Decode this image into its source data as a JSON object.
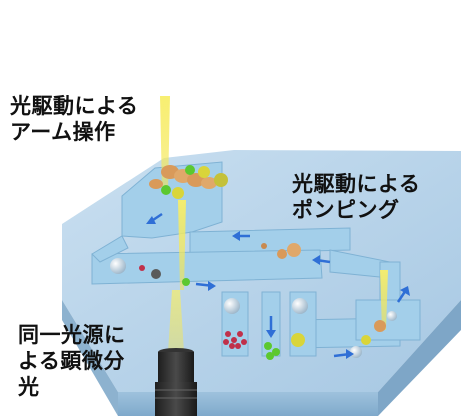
{
  "labels": {
    "arm": {
      "line1": "光駆動による",
      "line2": "アーム操作"
    },
    "pump": {
      "line1": "光駆動による",
      "line2": "ポンピング"
    },
    "microscopy": {
      "line1": "同一光源に",
      "line2": "よる顕微分",
      "line3": "光"
    }
  },
  "colors": {
    "chip_top": "#bcd7ea",
    "chip_front": "#8fb6d4",
    "channel": "#a9d3ec",
    "laser": "#f4e54a",
    "flow_arrow": "#2f6fd6",
    "particle_green": "#5cc82f",
    "particle_yellow": "#d9d53a",
    "particle_red": "#c0304a",
    "particle_orange": "#d99a5a"
  }
}
